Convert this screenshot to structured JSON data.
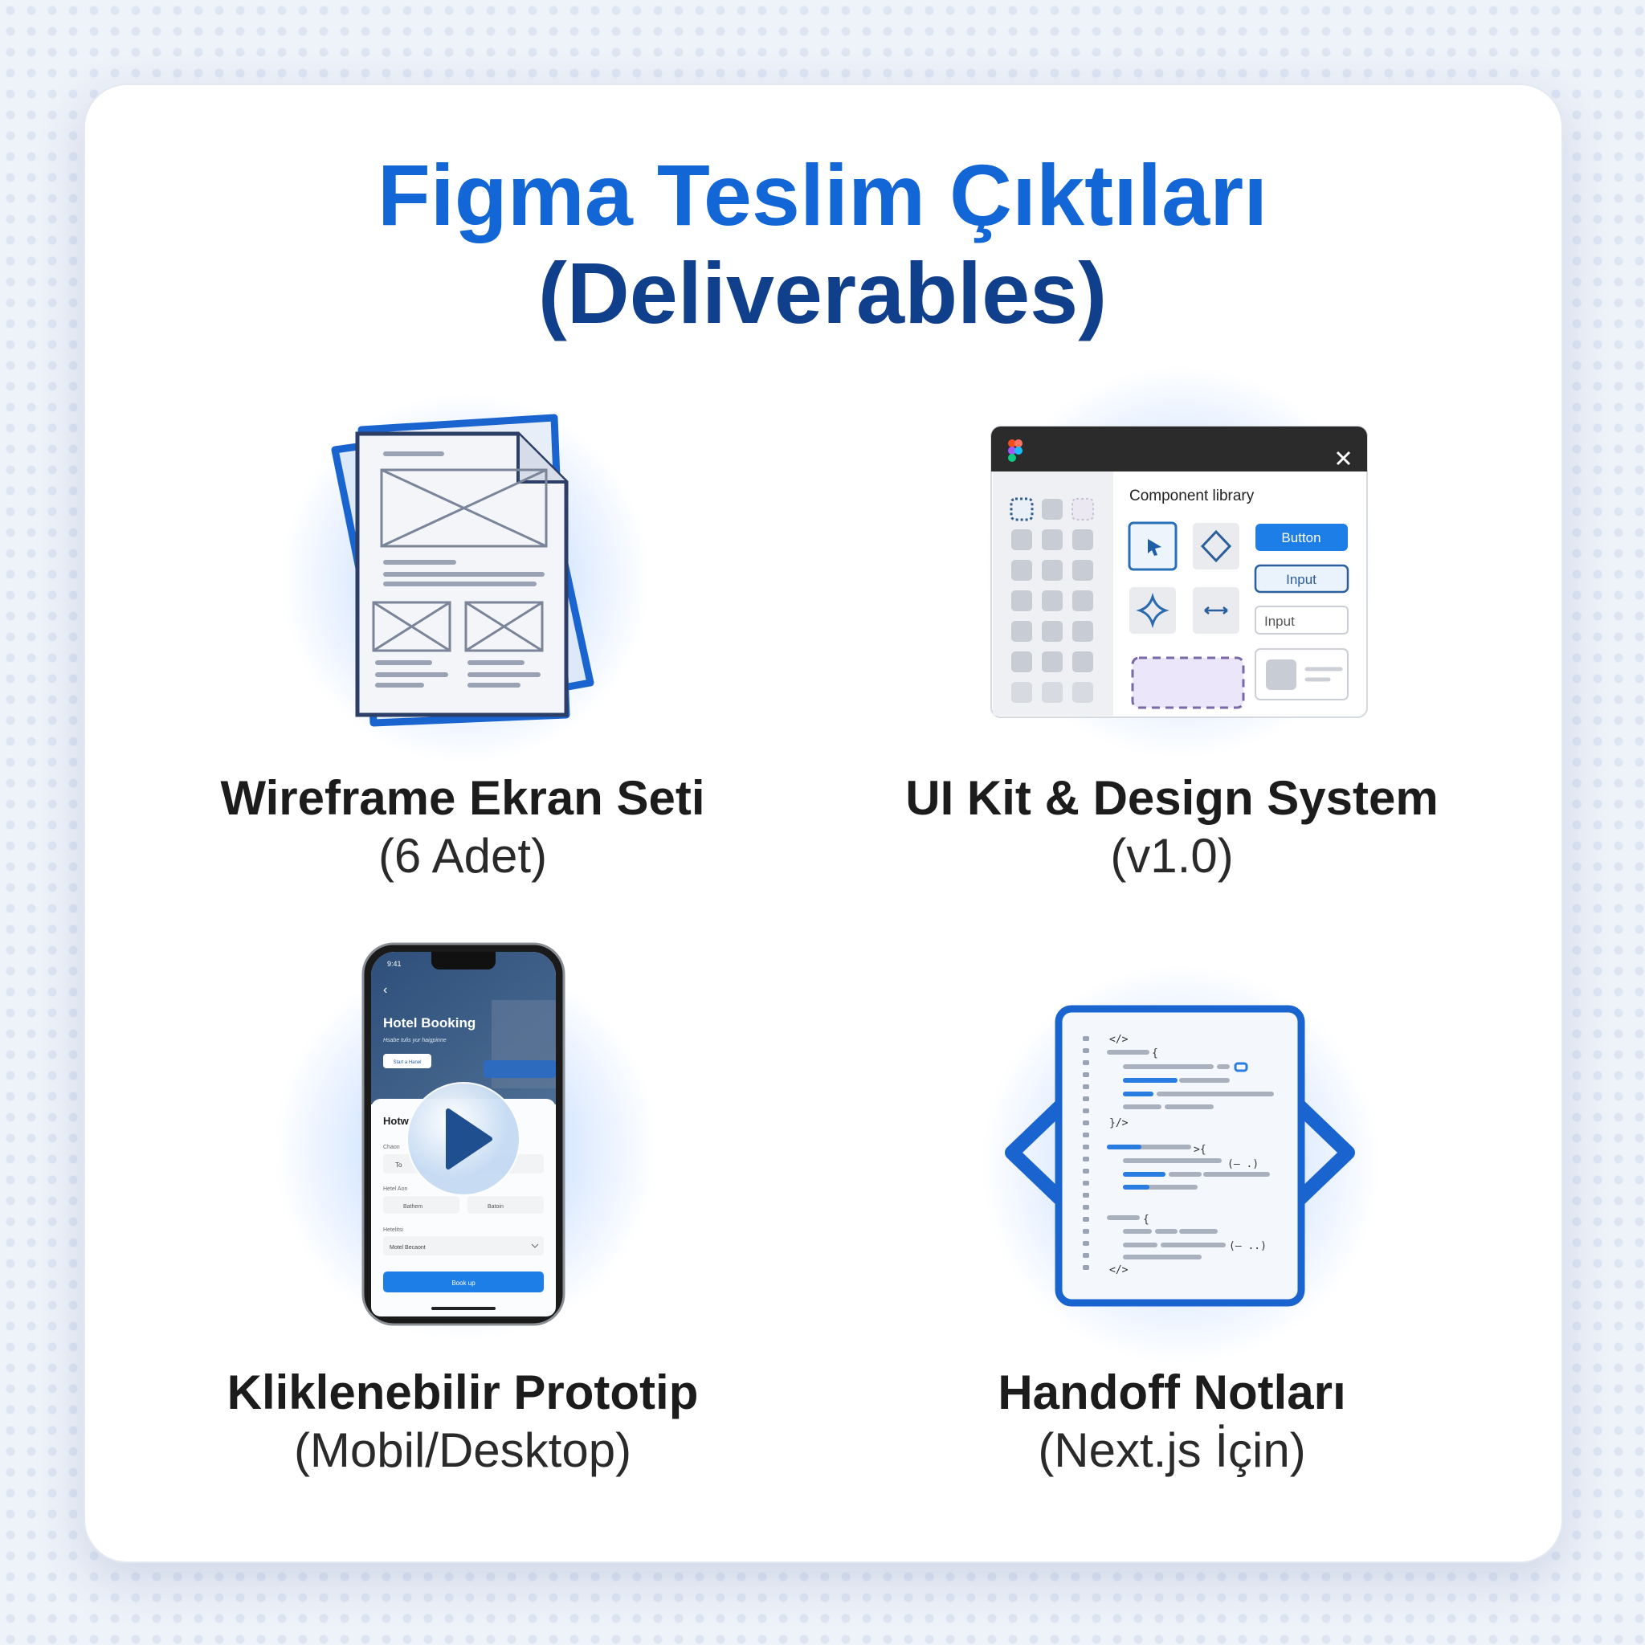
{
  "title": {
    "line1": "Figma Teslim Çıktıları",
    "line2": "(Deliverables)"
  },
  "colors": {
    "accent": "#1366d6",
    "title_dark": "#103f8c",
    "button_blue": "#1e7ee8"
  },
  "items": [
    {
      "title": "Wireframe Ekran Seti",
      "subtitle": "(6 Adet)",
      "icon": "wireframe-pages-icon"
    },
    {
      "title": "UI Kit & Design System",
      "subtitle": "(v1.0)",
      "icon": "figma-component-library-icon",
      "panel": {
        "heading": "Component library",
        "button": "Button",
        "input_active": "Input",
        "input_plain": "Input"
      }
    },
    {
      "title": "Kliklenebilir Prototip",
      "subtitle": "(Mobil/Desktop)",
      "icon": "phone-prototype-play-icon",
      "phone": {
        "time": "9:41",
        "heading": "Hotel Booking",
        "subheading": "Hsabe tulis yur haigpinne",
        "cta": "Start a Hanel",
        "sheet_title": "Hotw",
        "field1_label": "Chaon",
        "field1_value": "To",
        "field2_label": "Hetel Aon",
        "date1": "Bathem",
        "date2": "Batoin",
        "field3_label": "Hetelitsi",
        "select_value": "Motel Becaont",
        "book_button": "Book up"
      }
    },
    {
      "title": "Handoff Notları",
      "subtitle": "(Next.js İçin)",
      "icon": "code-handoff-icon",
      "code": {
        "tag_open": "</>",
        "brace": "{",
        "close": "}/>",
        "arrow_brace": ">{",
        "paren1": "(— .)",
        "brace2": "{",
        "paren2": "(— ..)",
        "tag_close": "</>"
      }
    }
  ]
}
